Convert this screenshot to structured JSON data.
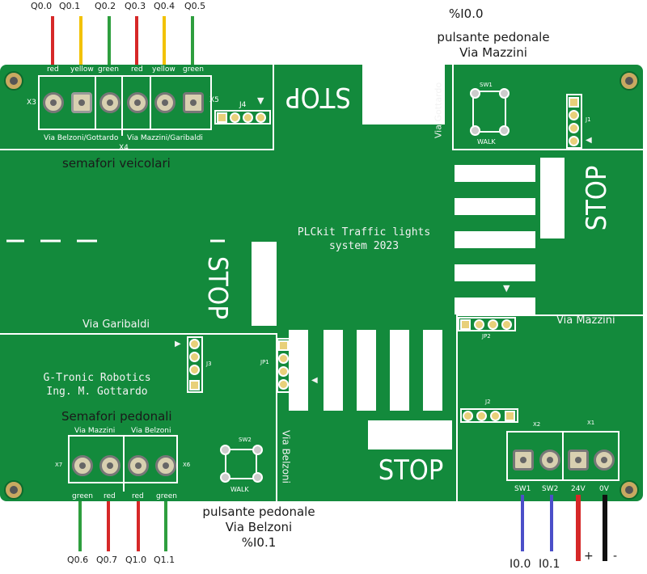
{
  "outputs_top": [
    {
      "label": "Q0.0",
      "color": "#d62828"
    },
    {
      "label": "Q0.1",
      "color": "#f2c200"
    },
    {
      "label": "Q0.2",
      "color": "#2e9e3e"
    },
    {
      "label": "Q0.3",
      "color": "#d62828"
    },
    {
      "label": "Q0.4",
      "color": "#f2c200"
    },
    {
      "label": "Q0.5",
      "color": "#2e9e3e"
    }
  ],
  "top_terminal_labels": [
    "red",
    "yellow",
    "green",
    "red",
    "yellow",
    "green"
  ],
  "outputs_bottom": [
    {
      "label": "Q0.6",
      "color": "#2e9e3e"
    },
    {
      "label": "Q0.7",
      "color": "#d62828"
    },
    {
      "label": "Q1.0",
      "color": "#d62828"
    },
    {
      "label": "Q1.1",
      "color": "#2e9e3e"
    }
  ],
  "bottom_terminal_labels": [
    "green",
    "red",
    "red",
    "green"
  ],
  "inputs_bottom": [
    {
      "label": "I0.0",
      "color": "#4b4fc9"
    },
    {
      "label": "I0.1",
      "color": "#4b4fc9"
    }
  ],
  "power_wires": [
    {
      "label": "+",
      "color": "#d62828"
    },
    {
      "label": "-",
      "color": "#111111"
    }
  ],
  "input_terminal_labels": [
    "SW1",
    "SW2",
    "24V",
    "0V"
  ],
  "annotations": {
    "top_address": "%I0.0",
    "top_button_line1": "pulsante pedonale",
    "top_button_line2": "Via Mazzini",
    "vehicle_lights": "semafori veicolari",
    "ped_lights": "Semafori pedonali",
    "bottom_button_line1": "pulsante pedonale",
    "bottom_button_line2": "Via Belzoni",
    "bottom_address": "%I0.1"
  },
  "board": {
    "title_line1": "PLCkit Traffic lights",
    "title_line2": "system 2023",
    "company_line1": "G-Tronic Robotics",
    "company_line2": "Ing. M. Gottardo",
    "stop": "STOP",
    "via_garibaldi": "Via Garibaldi",
    "via_mazzini": "Via Mazzini",
    "via_gottardo": "Via Gottardo",
    "via_belzoni": "Via Belzoni",
    "x3": "X3",
    "x4": "X4",
    "x5": "X5",
    "x6": "X6",
    "x7": "X7",
    "x1": "X1",
    "x2": "X2",
    "j1": "J1",
    "j2": "J2",
    "j3": "J3",
    "j4": "J4",
    "jp1": "JP1",
    "jp2": "JP2",
    "sw1": "SW1",
    "sw2": "SW2",
    "walk": "WALK",
    "veh_left": "Via Belzoni/Gottardo",
    "veh_right": "Via Mazzini/Garibaldi",
    "ped_left": "Via Mazzini",
    "ped_right": "Via Belzoni"
  }
}
